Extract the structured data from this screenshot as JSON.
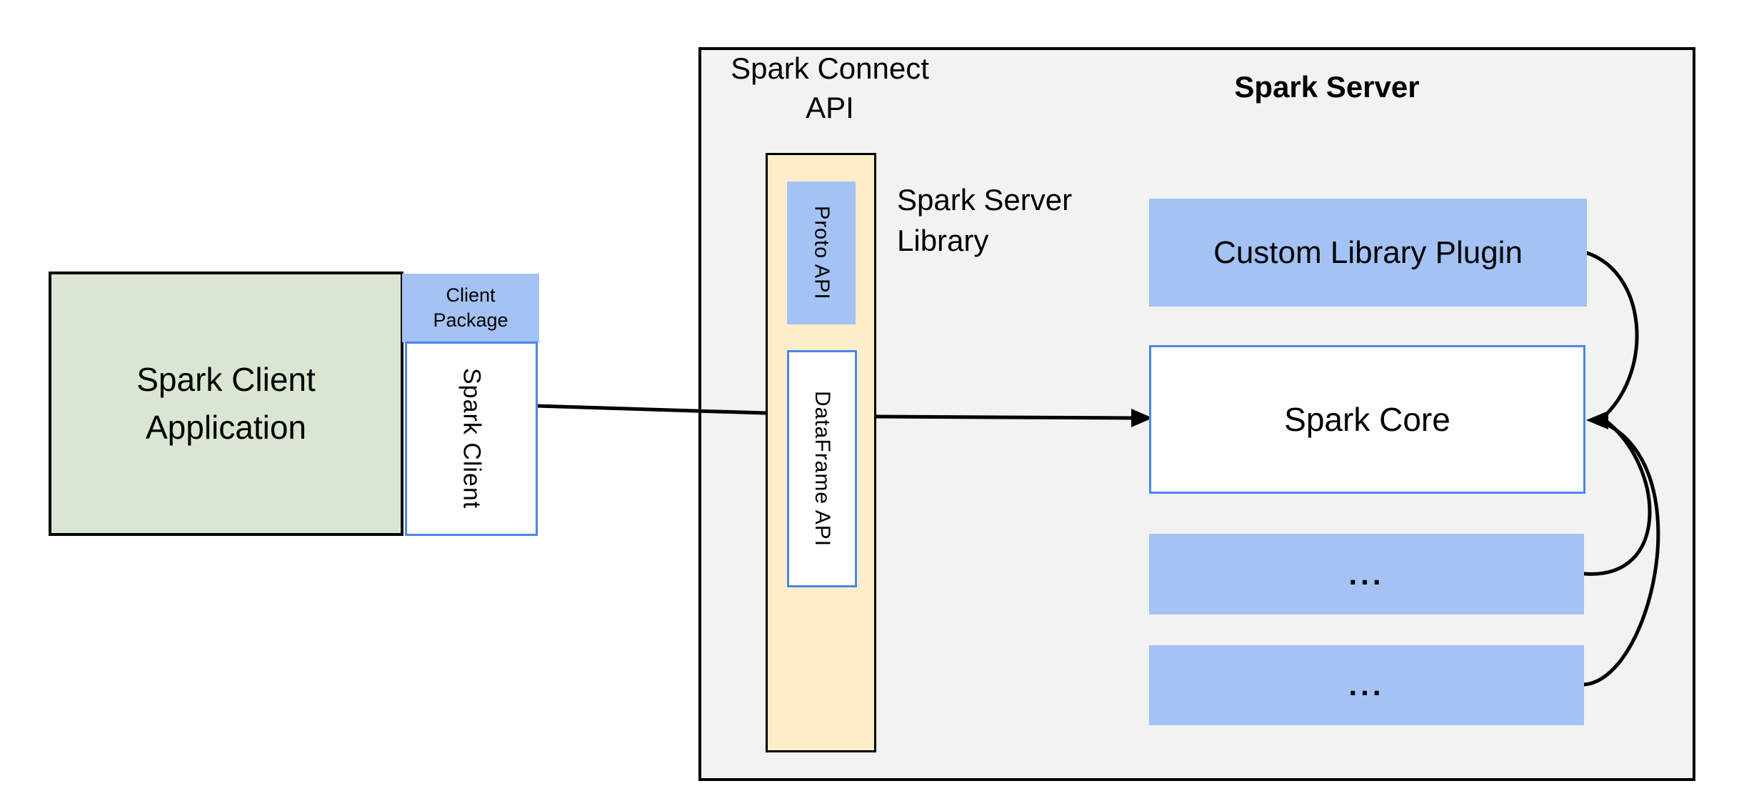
{
  "diagram": {
    "client_app_label": "Spark Client\nApplication",
    "client_package_label": "Client\nPackage",
    "spark_client_label": "Spark Client",
    "spark_connect_api_label": "Spark Connect\nAPI",
    "proto_api_label": "Proto API",
    "dataframe_api_label": "DataFrame API",
    "spark_server_library_label": "Spark Server\nLibrary",
    "spark_server_title": "Spark Server",
    "custom_library_plugin_label": "Custom Library Plugin",
    "spark_core_label": "Spark Core",
    "ellipsis_box_1_label": "...",
    "ellipsis_box_2_label": "..."
  },
  "colors": {
    "background": "#ffffff",
    "server_container_fill": "#f2f2f2",
    "client_app_fill": "#d9e7d2",
    "blue_fill": "#a4c2f4",
    "yellow_fill": "#fdeec9",
    "blue_border": "#4a86e8",
    "line_color": "#000000"
  }
}
